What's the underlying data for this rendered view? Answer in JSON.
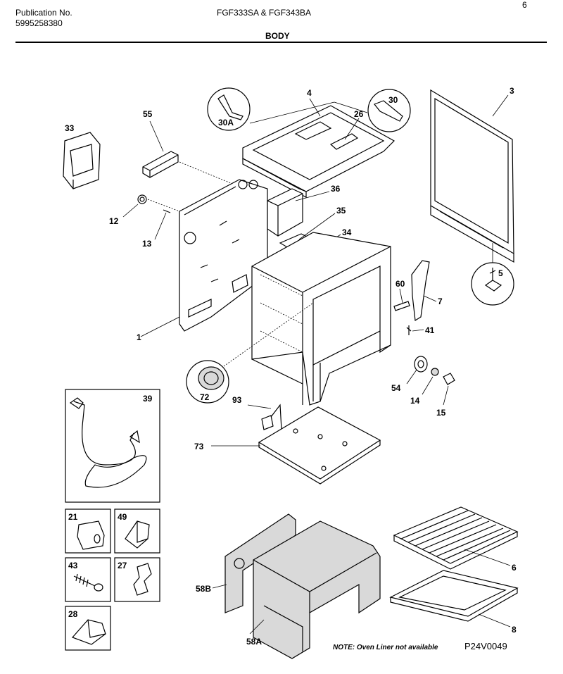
{
  "header": {
    "publication_label": "Publication No.",
    "publication_number": "5995258380",
    "models": "FGF333SA & FGF343BA",
    "page_number": "6",
    "section": "BODY"
  },
  "callouts": {
    "c33": "33",
    "c55": "55",
    "c4": "4",
    "c30A": "30A",
    "c26": "26",
    "c30": "30",
    "c3": "3",
    "c12": "12",
    "c13": "13",
    "c36": "36",
    "c35": "35",
    "c34": "34",
    "c5": "5",
    "c60": "60",
    "c7": "7",
    "c41": "41",
    "c1": "1",
    "c72": "72",
    "c93": "93",
    "c54": "54",
    "c14": "14",
    "c15": "15",
    "c73": "73",
    "c39": "39",
    "c21": "21",
    "c49": "49",
    "c43": "43",
    "c27": "27",
    "c28": "28",
    "c58B": "58B",
    "c58A": "58A",
    "c6": "6",
    "c8": "8"
  },
  "footer": {
    "note": "NOTE: Oven Liner not available",
    "drawing_code": "P24V0049"
  }
}
